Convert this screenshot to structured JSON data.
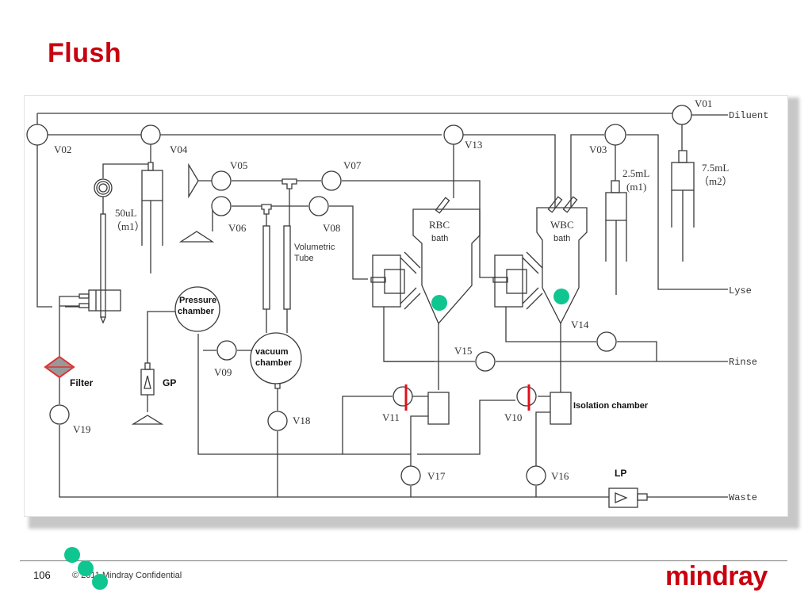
{
  "slide": {
    "title": "Flush",
    "page_number": "106",
    "copyright": "© 2011 Mindray Confidential",
    "logo": "mindray",
    "brand_color": "#c8000f",
    "indicator_color": "#10c690"
  },
  "diagram": {
    "valves": {
      "v01": "V01",
      "v02": "V02",
      "v03": "V03",
      "v04": "V04",
      "v05": "V05",
      "v06": "V06",
      "v07": "V07",
      "v08": "V08",
      "v09": "V09",
      "v10": "V10",
      "v11": "V11",
      "v13": "V13",
      "v14": "V14",
      "v15": "V15",
      "v16": "V16",
      "v17": "V17",
      "v18": "V18",
      "v19": "V19"
    },
    "syringes": {
      "sample_volume": "50uL",
      "sample_motor": "（m1）",
      "lyse_volume": "2.5mL",
      "lyse_motor": "(m1)",
      "diluent_volume": "7.5mL",
      "diluent_motor": "（m2）"
    },
    "components": {
      "rbc_bath_1": "RBC",
      "rbc_bath_2": "bath",
      "wbc_bath_1": "WBC",
      "wbc_bath_2": "bath",
      "volumetric_1": "Volumetric",
      "volumetric_2": "Tube",
      "pressure_1": "Pressure",
      "pressure_2": "chamber",
      "vacuum_1": "vacuum",
      "vacuum_2": "chamber",
      "isolation": "Isolation chamber",
      "filter": "Filter",
      "gp": "GP",
      "lp": "LP"
    },
    "ports": {
      "diluent": "Diluent",
      "lyse": "Lyse",
      "rinse": "Rinse",
      "waste": "Waste"
    },
    "highlighted_valves": [
      "V10",
      "V11"
    ],
    "active_indicators": [
      "RBC bath",
      "WBC bath"
    ]
  }
}
